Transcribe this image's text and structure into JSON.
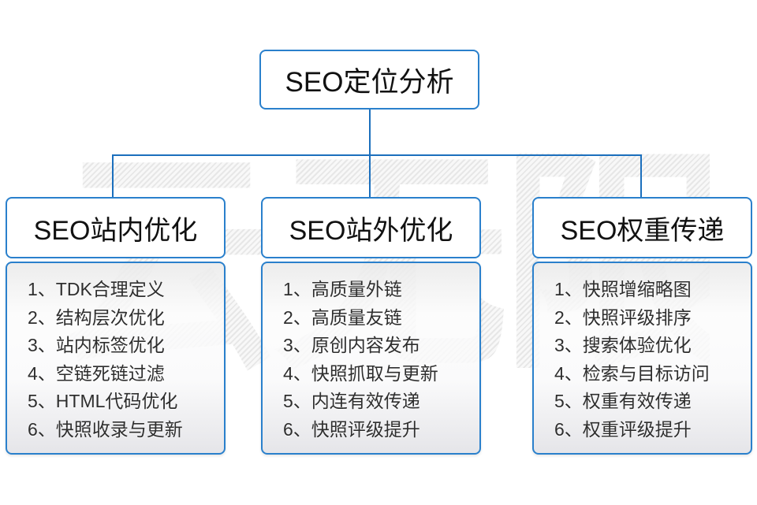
{
  "diagram": {
    "title": "SEO定位分析",
    "watermark_text": "云无限",
    "colors": {
      "box_border_blue": "#2a80cc",
      "connector_blue": "#1b6fbd",
      "panel_gray_top": "#eaeaea",
      "panel_gray_bottom": "#e3e3e7",
      "text_dark": "#2e2e2e"
    },
    "columns": [
      {
        "title": "SEO站内优化",
        "items": [
          "1、TDK合理定义",
          "2、结构层次优化",
          "3、站内标签优化",
          "4、空链死链过滤",
          "5、HTML代码优化",
          "6、快照收录与更新"
        ]
      },
      {
        "title": "SEO站外优化",
        "items": [
          "1、高质量外链",
          "2、高质量友链",
          "3、原创内容发布",
          "4、快照抓取与更新",
          "5、内连有效传递",
          "6、快照评级提升"
        ]
      },
      {
        "title": "SEO权重传递",
        "items": [
          "1、快照增缩略图",
          "2、快照评级排序",
          "3、搜索体验优化",
          "4、检索与目标访问",
          "5、权重有效传递",
          "6、权重评级提升"
        ]
      }
    ]
  }
}
